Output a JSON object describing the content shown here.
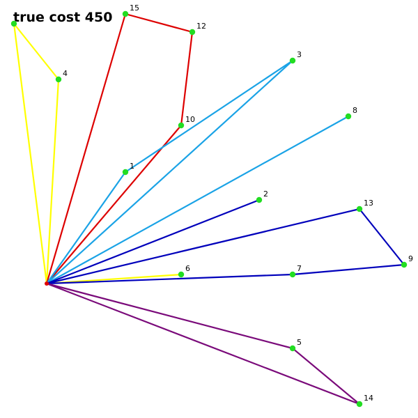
{
  "title": "true cost 450",
  "colors": {
    "depot": "#e00000",
    "node": "#22dd22",
    "yellow": "#ffff00",
    "red": "#dd0000",
    "lightblue": "#1aa3e6",
    "blue": "#0000bb",
    "purple": "#7a0a7a"
  },
  "depot": {
    "label": ""
  },
  "nodes": [
    {
      "id": "1",
      "label": "1"
    },
    {
      "id": "2",
      "label": "2"
    },
    {
      "id": "3",
      "label": "3"
    },
    {
      "id": "4",
      "label": "4"
    },
    {
      "id": "5",
      "label": "5"
    },
    {
      "id": "6",
      "label": "6"
    },
    {
      "id": "7",
      "label": "7"
    },
    {
      "id": "8",
      "label": "8"
    },
    {
      "id": "9",
      "label": "9"
    },
    {
      "id": "10",
      "label": "10"
    },
    {
      "id": "12",
      "label": "12"
    },
    {
      "id": "13",
      "label": "13"
    },
    {
      "id": "14",
      "label": "14"
    },
    {
      "id": "15",
      "label": "15"
    },
    {
      "id": "u",
      "label": ""
    }
  ],
  "routes": [
    {
      "name": "route-yellow",
      "color": "yellow",
      "stops": [
        "depot",
        "u",
        "4",
        "depot"
      ]
    },
    {
      "name": "route-yellow-2",
      "color": "yellow",
      "stops": [
        "depot",
        "6"
      ]
    },
    {
      "name": "route-red",
      "color": "red",
      "stops": [
        "depot",
        "15",
        "12",
        "10",
        "depot"
      ]
    },
    {
      "name": "route-lightblue-a",
      "color": "lightblue",
      "stops": [
        "depot",
        "1",
        "3",
        "depot"
      ]
    },
    {
      "name": "route-lightblue-b",
      "color": "lightblue",
      "stops": [
        "depot",
        "8"
      ]
    },
    {
      "name": "route-blue-a",
      "color": "blue",
      "stops": [
        "depot",
        "2"
      ]
    },
    {
      "name": "route-blue-b",
      "color": "blue",
      "stops": [
        "depot",
        "13",
        "9",
        "7",
        "depot"
      ]
    },
    {
      "name": "route-purple",
      "color": "purple",
      "stops": [
        "depot",
        "5",
        "14",
        "depot"
      ]
    }
  ]
}
